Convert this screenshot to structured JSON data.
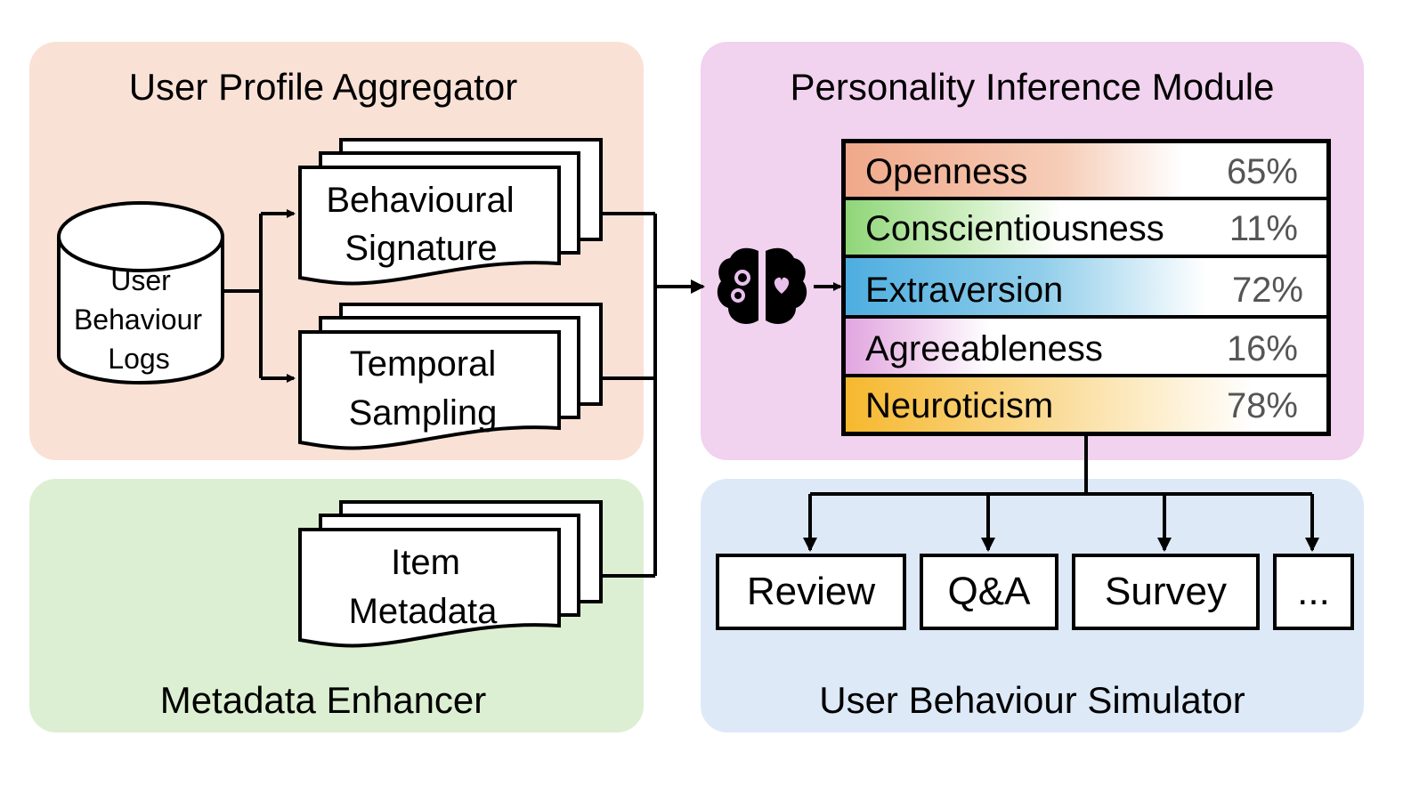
{
  "panels": {
    "aggregator": {
      "title": "User Profile Aggregator",
      "color": "#f9e1d6"
    },
    "enhancer": {
      "title": "Metadata Enhancer",
      "color": "#dcefd2"
    },
    "inference": {
      "title": "Personality Inference Module",
      "color": "#f1d2ef"
    },
    "simulator": {
      "title": "User Behaviour Simulator",
      "color": "#dde9f7"
    }
  },
  "logs": {
    "line1": "User",
    "line2": "Behaviour",
    "line3": "Logs"
  },
  "documents": {
    "signature": {
      "line1": "Behavioural",
      "line2": "Signature"
    },
    "sampling": {
      "line1": "Temporal",
      "line2": "Sampling"
    },
    "metadata": {
      "line1": "Item",
      "line2": "Metadata"
    }
  },
  "brain_icon": "brain-gears-heart-icon",
  "traits": [
    {
      "name": "Openness",
      "pct": "65%",
      "color": "#f0a88a"
    },
    {
      "name": "Conscientiousness",
      "pct": "11%",
      "color": "#8fd678"
    },
    {
      "name": "Extraversion",
      "pct": "72%",
      "color": "#4eaee0"
    },
    {
      "name": "Agreeableness",
      "pct": "16%",
      "color": "#e2a6e0"
    },
    {
      "name": "Neuroticism",
      "pct": "78%",
      "color": "#f6b82e"
    }
  ],
  "outputs": [
    "Review",
    "Q&A",
    "Survey",
    "..."
  ]
}
